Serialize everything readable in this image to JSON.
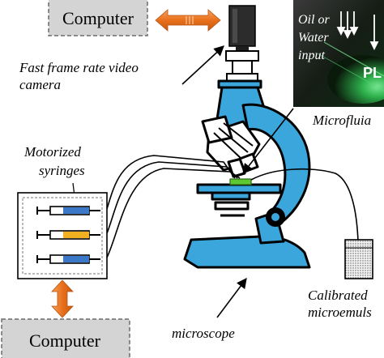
{
  "labels": {
    "computer_top": "Computer",
    "computer_bottom": "Computer",
    "camera": [
      "Fast frame rate video",
      "camera"
    ],
    "syringes": [
      "Motorized",
      "syringes"
    ],
    "microscope": "microscope",
    "microfluidic": "Microfluia",
    "calibrated": [
      "Calibrated",
      "microemuls"
    ],
    "inset_input": [
      "Oil or",
      "Water",
      "input"
    ],
    "inset_chip": "PL"
  },
  "colors": {
    "microscope": "#3AA6DC",
    "syringe_blue": "#3C78C8",
    "syringe_yellow": "#F0B020",
    "arrow_orange": "#F07820",
    "computer_box": "#D4D4D4",
    "inset_bg": "#142414",
    "inset_green": "#3EE06E",
    "chip_green": "#5EC832"
  },
  "icons": {
    "camera": "video-camera-icon",
    "syringe": "syringe-icon",
    "vial": "collection-vial-icon"
  }
}
